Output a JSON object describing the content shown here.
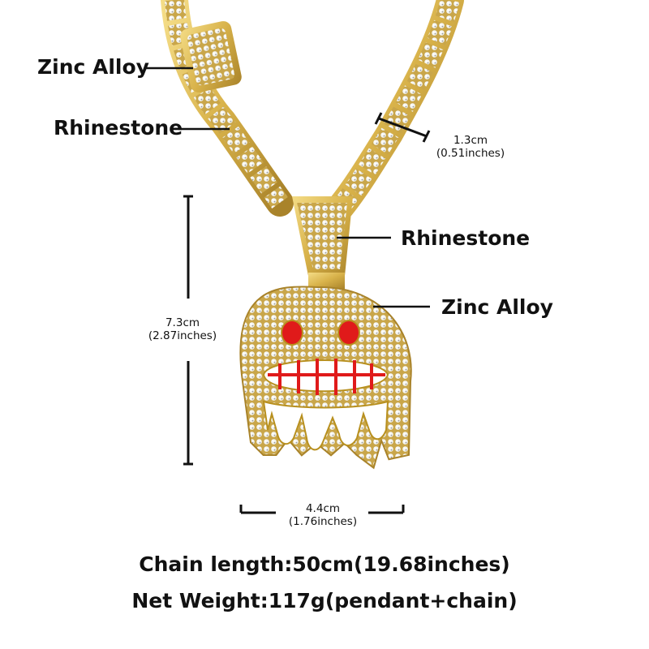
{
  "labels": {
    "chain_material": "Zinc Alloy",
    "chain_stones": "Rhinestone",
    "bail_stones": "Rhinestone",
    "pendant_material": "Zinc Alloy"
  },
  "dimensions": {
    "chain_width": {
      "cm": "1.3cm",
      "inches": "(0.51inches)"
    },
    "pendant_height": {
      "cm": "7.3cm",
      "inches": "(2.87inches)"
    },
    "pendant_width": {
      "cm": "4.4cm",
      "inches": "(1.76inches)"
    }
  },
  "specs": {
    "chain_length": "Chain length:50cm(19.68inches)",
    "net_weight": "Net Weight:117g(pendant+chain)"
  },
  "colors": {
    "gold": "#d8b24a",
    "gold_dark": "#a9832a",
    "rhinestone": "#eeeeea",
    "enamel_red": "#e01a1a",
    "enamel_white": "#ffffff"
  }
}
